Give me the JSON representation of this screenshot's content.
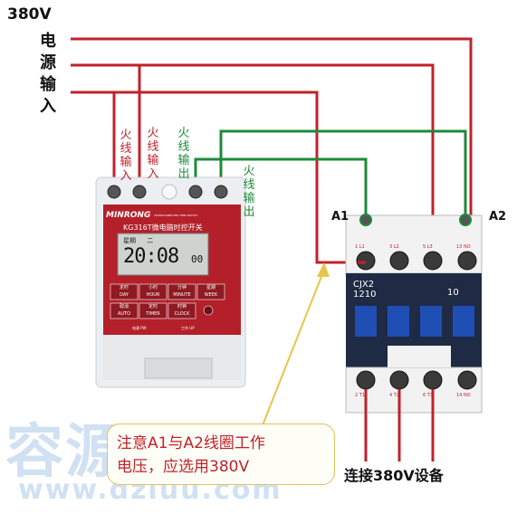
{
  "supply": {
    "voltage": "380V",
    "label_chars": [
      "电",
      "源",
      "输",
      "入"
    ]
  },
  "timer_labels": {
    "live_in_1": "火线输入",
    "live_in_2": "火线输入",
    "live_out_1": "火线输出",
    "live_out_2": "火线输出"
  },
  "timer": {
    "brand": "MINRONG",
    "model_title": "KG316T微电脑时控开关",
    "header_small": "MICROCOMPUTER TIME SWITCH",
    "display_label": "星期",
    "display_day": "二",
    "display_time": "20:08",
    "display_seconds": "00",
    "buttons": [
      {
        "cn": "定时",
        "en": "DAY"
      },
      {
        "cn": "小时",
        "en": "HOUR"
      },
      {
        "cn": "分钟",
        "en": "MINUTE"
      },
      {
        "cn": "星期",
        "en": "WEEK"
      },
      {
        "cn": "取消",
        "en": "AUTO"
      },
      {
        "cn": "定时",
        "en": "TIMER"
      },
      {
        "cn": "时钟",
        "en": "CLOCK"
      }
    ],
    "footer_left": "电源 PW",
    "footer_right": "工作 UP"
  },
  "contactor": {
    "label_a1": "A1",
    "label_a2": "A2",
    "model": "CJX2",
    "model_number": "1210",
    "rating": "10",
    "top_terminals": [
      "1 L1",
      "3 L2",
      "5 L3",
      "13 NO"
    ],
    "bottom_terminals": [
      "2 T1",
      "4 T2",
      "6 T3",
      "14 NO"
    ]
  },
  "note": {
    "line1": "注意A1与A2线圈工作",
    "line2": "电压，应选用380V"
  },
  "connect_label": "连接380V设备",
  "watermark": {
    "big": "容源",
    "url": "www.dziuu.com"
  },
  "colors": {
    "live_wire": "#c0222b",
    "control_wire": "#1e8a3a",
    "timer_body": "#b4202a",
    "contactor_body": "#1f2a44",
    "contactor_button": "#1f4fb5",
    "display_bg": "#cfd3cf"
  }
}
